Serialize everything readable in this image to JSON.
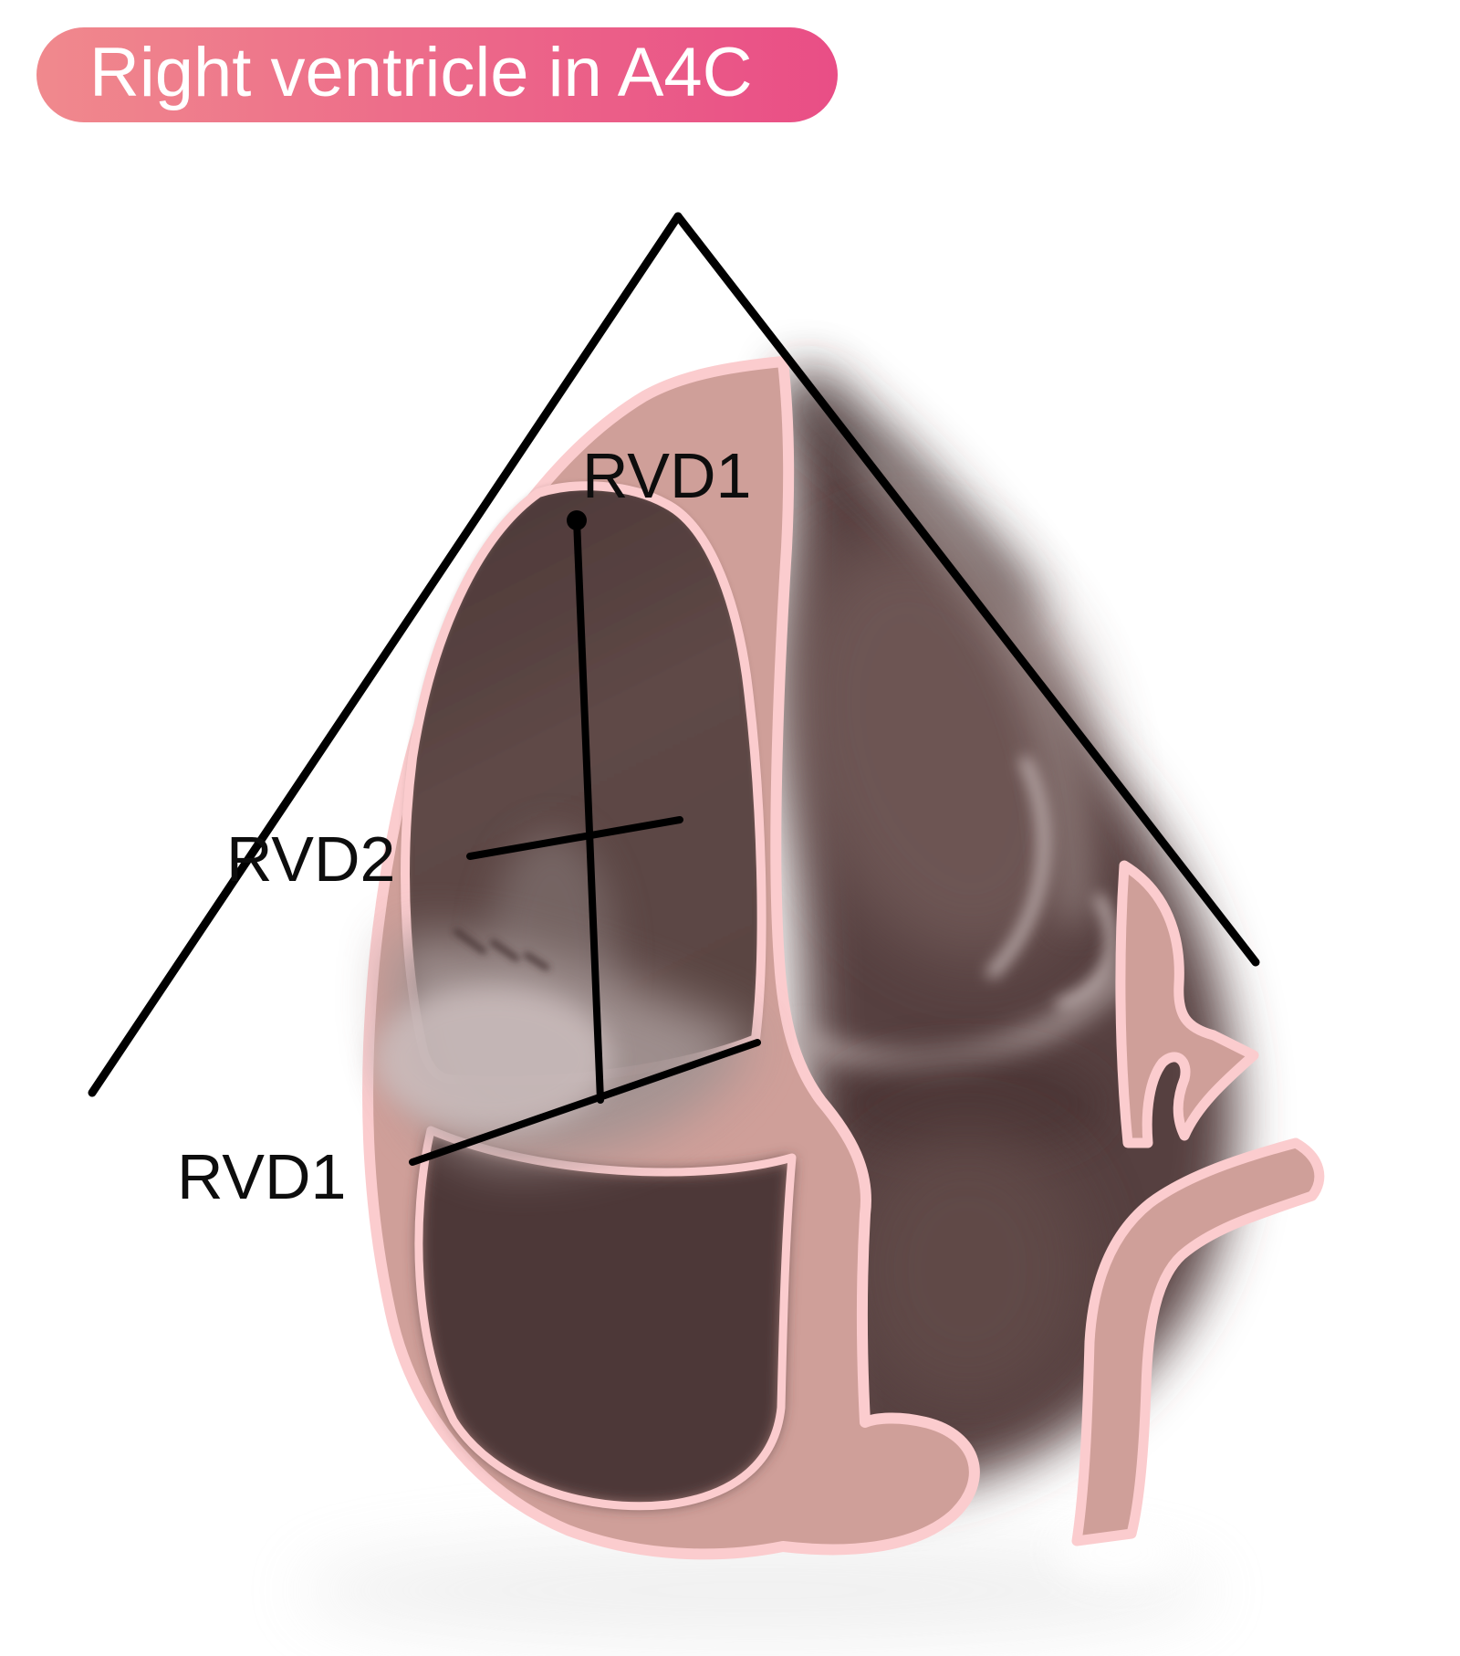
{
  "badge": {
    "label": "Right ventricle in A4C"
  },
  "measurement_labels": {
    "apex": "RVD1",
    "mid": "RVD2",
    "basal": "RVD1"
  },
  "illustration": {
    "name": "heart-apical-4-chamber-illustration",
    "view": "A4C"
  },
  "colors": {
    "background": "#ffffff",
    "badge_gradient_left": "#f0898d",
    "badge_gradient_right": "#e94e86",
    "badge_text": "#ffffff",
    "label_text": "#0d0d0d",
    "sector_line": "#000000",
    "measurement_line": "#000000",
    "wall_fill": "#cf9f99",
    "wall_outline": "#fbccce",
    "rv_chamber": "#4e3938",
    "ra_chamber": "#4e3938",
    "lv_chamber": "#57413f",
    "valve_highlight": "#a29392"
  }
}
